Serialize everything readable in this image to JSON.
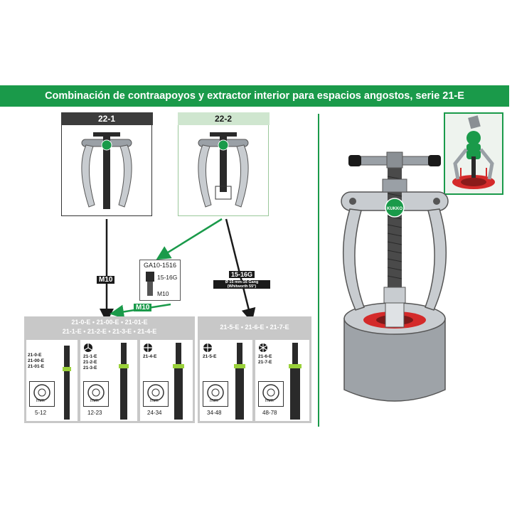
{
  "banner": {
    "title": "Combinación de contraapoyos y extractor interior para espacios angostos, serie 21-E"
  },
  "pullers": [
    {
      "label": "22-1",
      "head_color": "#3c3c3c"
    },
    {
      "label": "22-2",
      "head_color": "#cfe6cf"
    }
  ],
  "thread_labels": {
    "m10_left": "M10",
    "m10_adapter": "M10"
  },
  "adapter": {
    "code": "GA10-1516",
    "top_label": "15-16G",
    "bottom_label": "M10"
  },
  "thread_spec": {
    "line1": "15-16G",
    "line2": "Ø 15 mm-16 Gang",
    "line3": "(Whitworth 55°)"
  },
  "group_left": {
    "header_lines": [
      "21-0-E • 21-00-E • 21-01-E",
      "21-1-E • 21-2-E • 21-3-E • 21-4-E"
    ],
    "cells": [
      {
        "codes": [
          "21-0-E",
          "21-00-E",
          "21-01-E"
        ],
        "unit": "mm",
        "range": "5-12"
      },
      {
        "codes": [
          "21-1-E",
          "21-2-E",
          "21-3-E"
        ],
        "unit": "mm",
        "range": "12-23"
      },
      {
        "codes": [
          "21-4-E"
        ],
        "unit": "mm",
        "range": "24-34"
      }
    ]
  },
  "group_right": {
    "header_lines": [
      "21-5-E • 21-6-E • 21-7-E"
    ],
    "cells": [
      {
        "codes": [
          "21-5-E"
        ],
        "unit": "mm",
        "range": "34-48"
      },
      {
        "codes": [
          "21-6-E",
          "21-7-E"
        ],
        "unit": "mm",
        "range": "48-78"
      }
    ]
  },
  "logo": {
    "text": "KUKKO"
  },
  "colors": {
    "brand_green": "#1a9a4a",
    "tool_grey": "#b9bdc1",
    "bearing_red": "#d42a2a"
  }
}
